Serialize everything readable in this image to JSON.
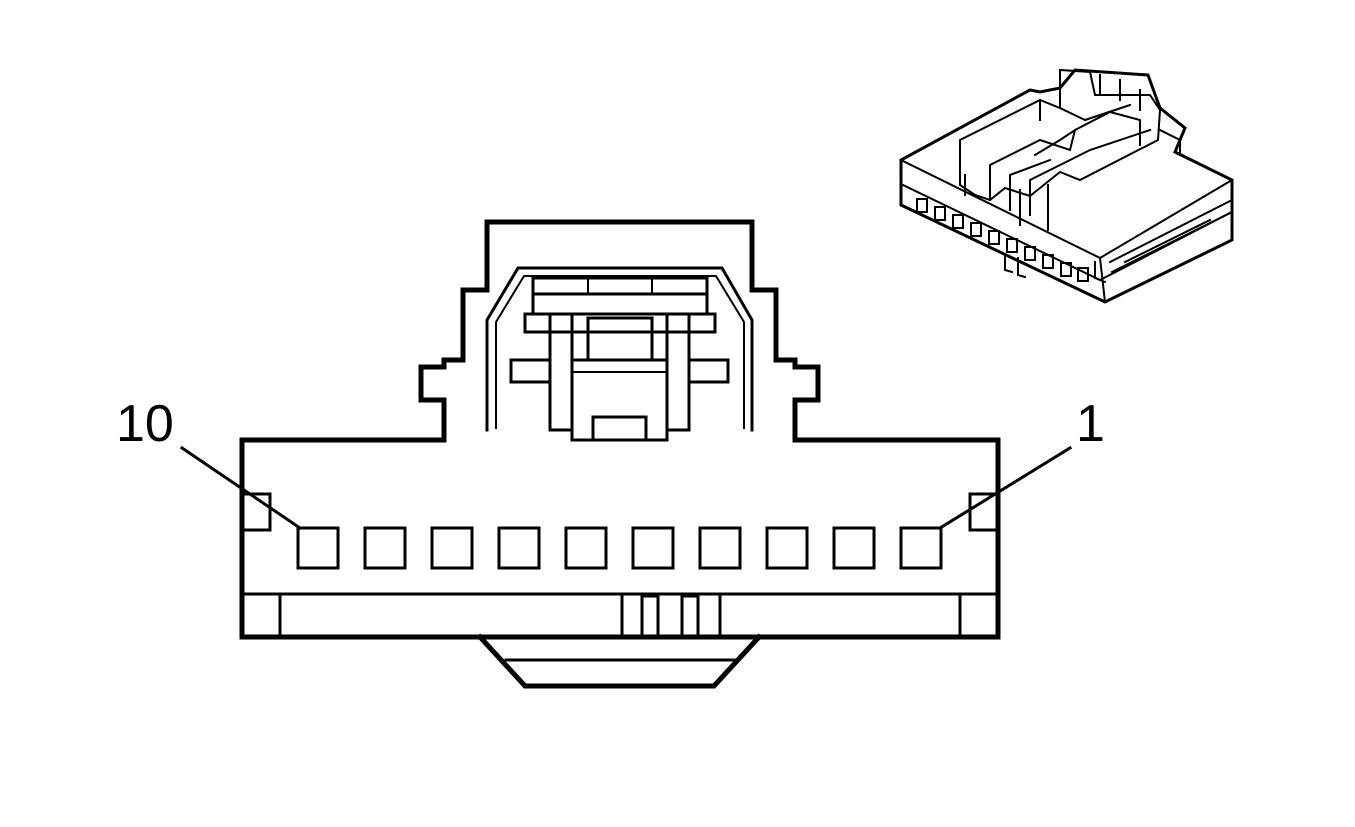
{
  "connector": {
    "pin_count": 10,
    "label_left": "10",
    "label_right": "1"
  },
  "colors": {
    "line": "#000000",
    "background": "#ffffff"
  }
}
